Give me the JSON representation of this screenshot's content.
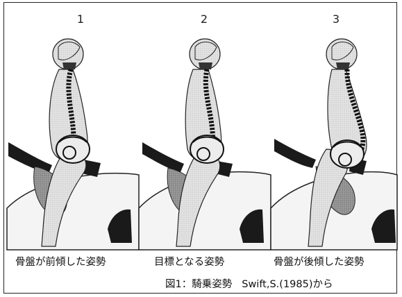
{
  "panels": [
    {
      "number": "1",
      "label": "骨盤が前傾した姿勢"
    },
    {
      "number": "2",
      "label": "目標となる姿勢"
    },
    {
      "number": "3",
      "label": "骨盤が後傾した姿勢"
    }
  ],
  "caption": {
    "figure": "図1：騎乗姿勢",
    "source": "Swift,S.(1985)から"
  },
  "colors": {
    "frame": "#222222",
    "body_fill": "#d9d9d9",
    "horse_fill": "#f2f2f2",
    "dark": "#1a1a1a",
    "leg_shadow": "#8a8a8a"
  }
}
